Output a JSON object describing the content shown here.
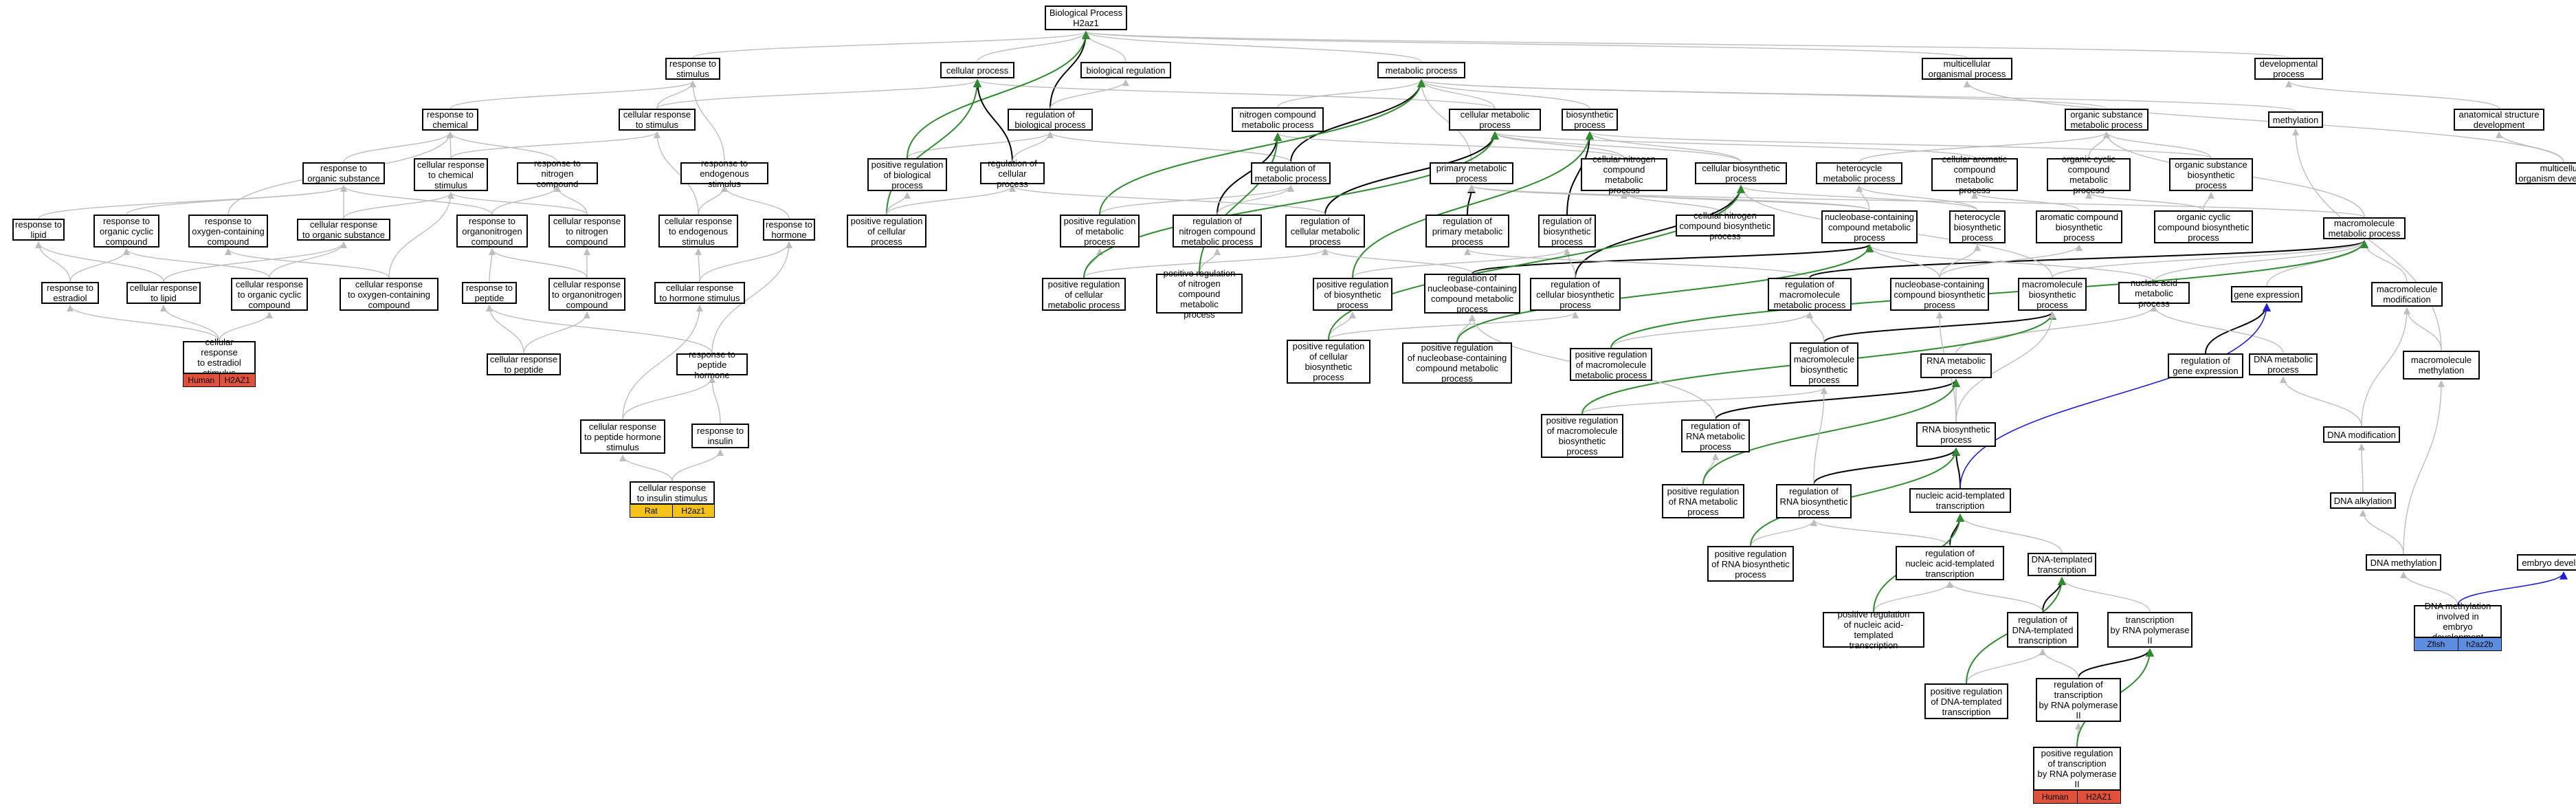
{
  "colors": {
    "gray_edge": "#bdbdbd",
    "black_edge": "#000000",
    "green_edge": "#2e8b2e",
    "blue_edge": "#1f1fd6",
    "human_tag": "#e0513b",
    "rat_tag": "#f2c21b",
    "zfish_tag": "#5b8de0"
  },
  "nodes": [
    {
      "id": "bp",
      "label": "Biological Process\nH2az1"
    },
    {
      "id": "rstim",
      "label": "response to\nstimulus"
    },
    {
      "id": "cellproc",
      "label": "cellular process"
    },
    {
      "id": "bioreg",
      "label": "biological regulation"
    },
    {
      "id": "metproc",
      "label": "metabolic process"
    },
    {
      "id": "multiorg",
      "label": "multicellular\norganismal process"
    },
    {
      "id": "devproc",
      "label": "developmental\nprocess"
    },
    {
      "id": "rchem",
      "label": "response to\nchemical"
    },
    {
      "id": "crstim",
      "label": "cellular response\nto stimulus"
    },
    {
      "id": "regbio",
      "label": "regulation of\nbiological process"
    },
    {
      "id": "nitmet",
      "label": "nitrogen compound\nmetabolic process"
    },
    {
      "id": "cellmet",
      "label": "cellular metabolic\nprocess"
    },
    {
      "id": "biosyn",
      "label": "biosynthetic\nprocess"
    },
    {
      "id": "orgsubmet",
      "label": "organic substance\nmetabolic process"
    },
    {
      "id": "methyl",
      "label": "methylation"
    },
    {
      "id": "anatdev",
      "label": "anatomical structure\ndevelopment"
    },
    {
      "id": "rorgsub",
      "label": "response to\norganic substance"
    },
    {
      "id": "crchem",
      "label": "cellular response\nto chemical\nstimulus"
    },
    {
      "id": "rnitro",
      "label": "response to\nnitrogen compound"
    },
    {
      "id": "rendo",
      "label": "response to\nendogenous stimulus"
    },
    {
      "id": "posregbio",
      "label": "positive regulation\nof biological\nprocess"
    },
    {
      "id": "regcell",
      "label": "regulation of\ncellular process"
    },
    {
      "id": "regmet",
      "label": "regulation of\nmetabolic process"
    },
    {
      "id": "primmet",
      "label": "primary metabolic\nprocess"
    },
    {
      "id": "cellnitmet",
      "label": "cellular nitrogen\ncompound metabolic\nprocess"
    },
    {
      "id": "cellbiosyn",
      "label": "cellular biosynthetic\nprocess"
    },
    {
      "id": "hetmet",
      "label": "heterocycle\nmetabolic process"
    },
    {
      "id": "cellarom",
      "label": "cellular aromatic\ncompound metabolic\nprocess"
    },
    {
      "id": "orgcyc",
      "label": "organic cyclic\ncompound metabolic\nprocess"
    },
    {
      "id": "orgsubbio",
      "label": "organic substance\nbiosynthetic\nprocess"
    },
    {
      "id": "multidev",
      "label": "multicellular\norganism development"
    },
    {
      "id": "rlipid",
      "label": "response to\nlipid"
    },
    {
      "id": "rorgcyc",
      "label": "response to\norganic cyclic\ncompound"
    },
    {
      "id": "roxy",
      "label": "response to\noxygen-containing\ncompound"
    },
    {
      "id": "crorgsub",
      "label": "cellular response\nto organic substance"
    },
    {
      "id": "rorgnit",
      "label": "response to\norganonitrogen\ncompound"
    },
    {
      "id": "crnitro",
      "label": "cellular response\nto nitrogen\ncompound"
    },
    {
      "id": "crendo",
      "label": "cellular response\nto endogenous\nstimulus"
    },
    {
      "id": "rhorm",
      "label": "response to\nhormone"
    },
    {
      "id": "posregcell",
      "label": "positive regulation\nof cellular\nprocess"
    },
    {
      "id": "posregmet",
      "label": "positive regulation\nof metabolic\nprocess"
    },
    {
      "id": "regnitmet",
      "label": "regulation of\nnitrogen compound\nmetabolic process"
    },
    {
      "id": "regcellmet",
      "label": "regulation of\ncellular metabolic\nprocess"
    },
    {
      "id": "regprimmet",
      "label": "regulation of\nprimary metabolic\nprocess"
    },
    {
      "id": "regbiosyn",
      "label": "regulation of\nbiosynthetic\nprocess"
    },
    {
      "id": "cellnitbio",
      "label": "cellular nitrogen\ncompound biosynthetic\nprocess"
    },
    {
      "id": "nucmet",
      "label": "nucleobase-containing\ncompound metabolic\nprocess"
    },
    {
      "id": "hetbio",
      "label": "heterocycle\nbiosynthetic\nprocess"
    },
    {
      "id": "arombio",
      "label": "aromatic compound\nbiosynthetic\nprocess"
    },
    {
      "id": "orgcycbio",
      "label": "organic cyclic\ncompound biosynthetic\nprocess"
    },
    {
      "id": "macromet",
      "label": "macromolecule\nmetabolic process"
    },
    {
      "id": "restr",
      "label": "response to\nestradiol"
    },
    {
      "id": "crlipid",
      "label": "cellular response\nto lipid"
    },
    {
      "id": "crorgcyc",
      "label": "cellular response\nto organic cyclic\ncompound"
    },
    {
      "id": "croxy",
      "label": "cellular response\nto oxygen-containing\ncompound"
    },
    {
      "id": "rpept",
      "label": "response to\npeptide"
    },
    {
      "id": "crorgnit",
      "label": "cellular response\nto organonitrogen\ncompound"
    },
    {
      "id": "crhorm",
      "label": "cellular response\nto hormone stimulus"
    },
    {
      "id": "posregcellmet",
      "label": "positive regulation\nof cellular\nmetabolic process"
    },
    {
      "id": "posregnitmet",
      "label": "positive regulation\nof nitrogen\ncompound metabolic\nprocess"
    },
    {
      "id": "posregbiosyn",
      "label": "positive regulation\nof biosynthetic\nprocess"
    },
    {
      "id": "regnucmet",
      "label": "regulation of\nnucleobase-containing\ncompound metabolic\nprocess"
    },
    {
      "id": "regcellbio",
      "label": "regulation of\ncellular biosynthetic\nprocess"
    },
    {
      "id": "regmacmet",
      "label": "regulation of\nmacromolecule\nmetabolic process"
    },
    {
      "id": "nucbio",
      "label": "nucleobase-containing\ncompound biosynthetic\nprocess"
    },
    {
      "id": "macrobio",
      "label": "macromolecule\nbiosynthetic\nprocess"
    },
    {
      "id": "nucacmet",
      "label": "nucleic acid\nmetabolic process"
    },
    {
      "id": "geneexp",
      "label": "gene expression"
    },
    {
      "id": "macromod",
      "label": "macromolecule\nmodification"
    },
    {
      "id": "crestr",
      "label": "cellular response\nto estradiol\nstimulus"
    },
    {
      "id": "crpept",
      "label": "cellular response\nto peptide"
    },
    {
      "id": "rpepthorm",
      "label": "response to\npeptide hormone"
    },
    {
      "id": "posregcellbio",
      "label": "positive regulation\nof cellular\nbiosynthetic\nprocess"
    },
    {
      "id": "posregnucmet",
      "label": "positive regulation\nof nucleobase-containing\ncompound metabolic\nprocess"
    },
    {
      "id": "posregmacmet",
      "label": "positive regulation\nof macromolecule\nmetabolic process"
    },
    {
      "id": "regmacbio",
      "label": "regulation of\nmacromolecule\nbiosynthetic\nprocess"
    },
    {
      "id": "rnamet",
      "label": "RNA metabolic\nprocess"
    },
    {
      "id": "reggeneexp",
      "label": "regulation of\ngene expression"
    },
    {
      "id": "dnamet",
      "label": "DNA metabolic\nprocess"
    },
    {
      "id": "macromethyl",
      "label": "macromolecule\nmethylation"
    },
    {
      "id": "crpepthorm",
      "label": "cellular response\nto peptide hormone\nstimulus"
    },
    {
      "id": "rinsulin",
      "label": "response to\ninsulin"
    },
    {
      "id": "posregmacbio",
      "label": "positive regulation\nof macromolecule\nbiosynthetic\nprocess"
    },
    {
      "id": "regrnamet",
      "label": "regulation of\nRNA metabolic\nprocess"
    },
    {
      "id": "rnabio",
      "label": "RNA biosynthetic\nprocess"
    },
    {
      "id": "dnamod",
      "label": "DNA modification"
    },
    {
      "id": "crinsulin",
      "label": "cellular response\nto insulin stimulus"
    },
    {
      "id": "posregrnamet",
      "label": "positive regulation\nof RNA metabolic\nprocess"
    },
    {
      "id": "regrnabio",
      "label": "regulation of\nRNA biosynthetic\nprocess"
    },
    {
      "id": "nuctrans",
      "label": "nucleic acid-templated\ntranscription"
    },
    {
      "id": "dnaalk",
      "label": "DNA alkylation"
    },
    {
      "id": "posregrnabio",
      "label": "positive regulation\nof RNA biosynthetic\nprocess"
    },
    {
      "id": "regnuctrans",
      "label": "regulation of\nnucleic acid-templated\ntranscription"
    },
    {
      "id": "dnatrans",
      "label": "DNA-templated\ntranscription"
    },
    {
      "id": "dnamethyl",
      "label": "DNA methylation"
    },
    {
      "id": "embdev",
      "label": "embryo development"
    },
    {
      "id": "posregnuctrans",
      "label": "positive regulation\nof nucleic acid-templated\ntranscription"
    },
    {
      "id": "regdnatrans",
      "label": "regulation of\nDNA-templated\ntranscription"
    },
    {
      "id": "transpol2",
      "label": "transcription\nby RNA polymerase\nII"
    },
    {
      "id": "dnamethembryo",
      "label": "DNA methylation\ninvolved in\nembryo development"
    },
    {
      "id": "posregdnatrans",
      "label": "positive regulation\nof DNA-templated\ntranscription"
    },
    {
      "id": "regtranspol2",
      "label": "regulation of\ntranscription\nby RNA polymerase\nII"
    },
    {
      "id": "posregtranspol2",
      "label": "positive regulation\nof transcription\nby RNA polymerase\nII"
    }
  ],
  "tags": [
    {
      "id": "t_crestr",
      "node": "crestr",
      "species": "Human",
      "gene": "H2AZ1",
      "color": "human_tag"
    },
    {
      "id": "t_crinsulin",
      "node": "crinsulin",
      "species": "Rat",
      "gene": "H2az1",
      "color": "rat_tag"
    },
    {
      "id": "t_dnamethembryo",
      "node": "dnamethembryo",
      "species": "Zfish",
      "gene": "h2az2b",
      "color": "zfish_tag"
    },
    {
      "id": "t_posregtranspol2",
      "node": "posregtranspol2",
      "species": "Human",
      "gene": "H2AZ1",
      "color": "human_tag"
    }
  ]
}
